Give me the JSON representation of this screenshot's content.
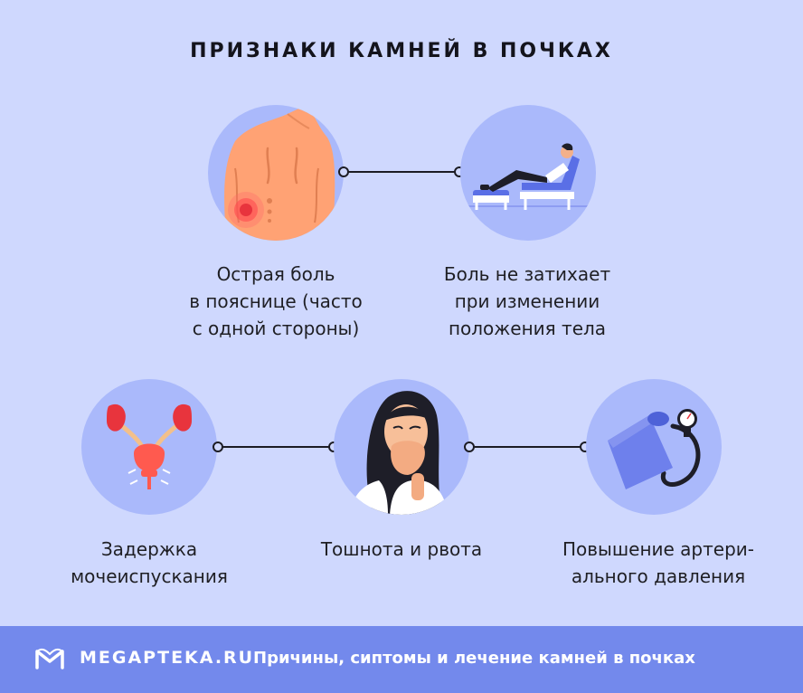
{
  "title": "ПРИЗНАКИ КАМНЕЙ В ПОЧКАХ",
  "symptoms": [
    {
      "label": "Острая боль\nв пояснице (часто\nс одной стороны)",
      "icon": "back-pain-icon"
    },
    {
      "label": "Боль не затихает\nпри изменении\nположения тела",
      "icon": "reclining-person-icon"
    },
    {
      "label": "Задержка\nмочеиспускания",
      "icon": "urinary-system-icon"
    },
    {
      "label": "Тошнота и рвота",
      "icon": "nauseous-woman-icon"
    },
    {
      "label": "Повышение артери-\nального давления",
      "icon": "blood-pressure-monitor-icon"
    }
  ],
  "footer": {
    "brand": "MEGAPTEKA.RU",
    "text": "Причины, сиптомы и лечение камней в почках"
  },
  "colors": {
    "background": "#cfd8fe",
    "circle": "#aab9fb",
    "footer": "#7389ec",
    "accent_red": "#e8343d"
  }
}
